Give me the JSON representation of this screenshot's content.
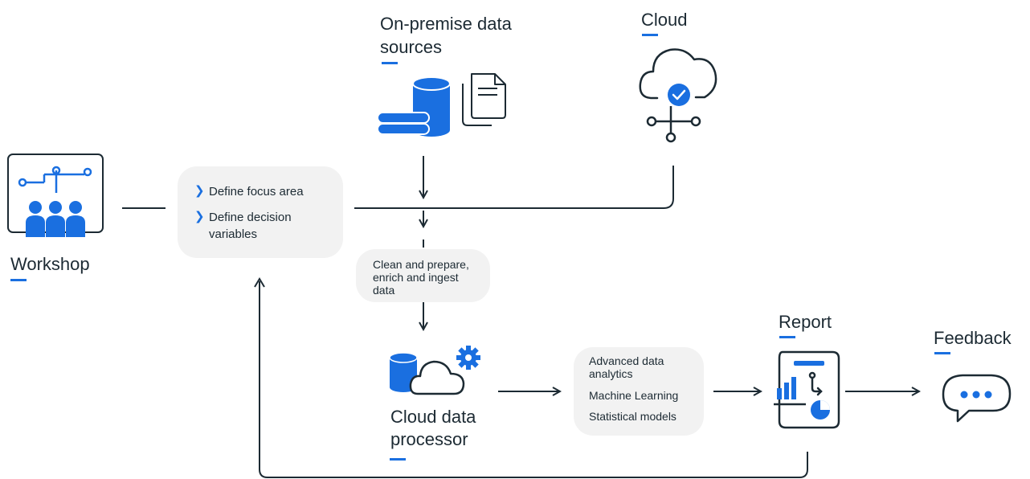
{
  "workshop": {
    "title": "Workshop"
  },
  "focus": {
    "items": [
      {
        "label": "Define focus area"
      },
      {
        "label_line1": "Define decision",
        "label_line2": "variables"
      }
    ]
  },
  "onpremise": {
    "title_line1": "On-premise data",
    "title_line2": "sources"
  },
  "cloud": {
    "title": "Cloud"
  },
  "clean": {
    "line1": "Clean and prepare,",
    "line2": "enrich and ingest",
    "line3": "data"
  },
  "processor": {
    "title_line1": "Cloud data",
    "title_line2": "processor"
  },
  "analytics": {
    "line1": "Advanced data",
    "line2": "analytics",
    "line3": "Machine Learning",
    "line4": "Statistical models"
  },
  "report": {
    "title": "Report"
  },
  "feedback": {
    "title": "Feedback"
  },
  "colors": {
    "accent": "#1a6fe0",
    "dark": "#1c2a33",
    "bubble": "#f2f2f2"
  }
}
